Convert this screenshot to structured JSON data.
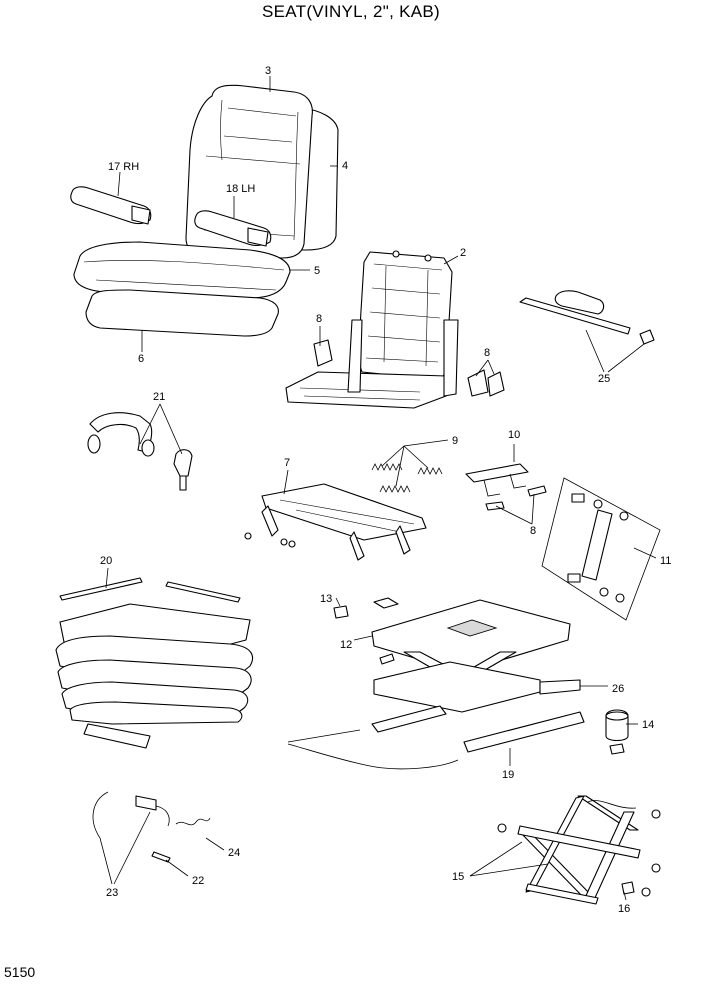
{
  "title": "SEAT(VINYL, 2\", KAB)",
  "page_number": "5150",
  "callouts": {
    "c1": "3",
    "c2": "4",
    "c3": "17 RH",
    "c4": "18 LH",
    "c5": "5",
    "c6": "6",
    "c7": "2",
    "c8": "8",
    "c9": "8",
    "c10": "25",
    "c11": "21",
    "c12": "9",
    "c13": "10",
    "c14": "7",
    "c15": "8",
    "c16": "11",
    "c17": "20",
    "c18": "13",
    "c19": "12",
    "c20": "26",
    "c21": "14",
    "c22": "19",
    "c23": "24",
    "c24": "23",
    "c25": "22",
    "c26": "15",
    "c27": "16"
  }
}
